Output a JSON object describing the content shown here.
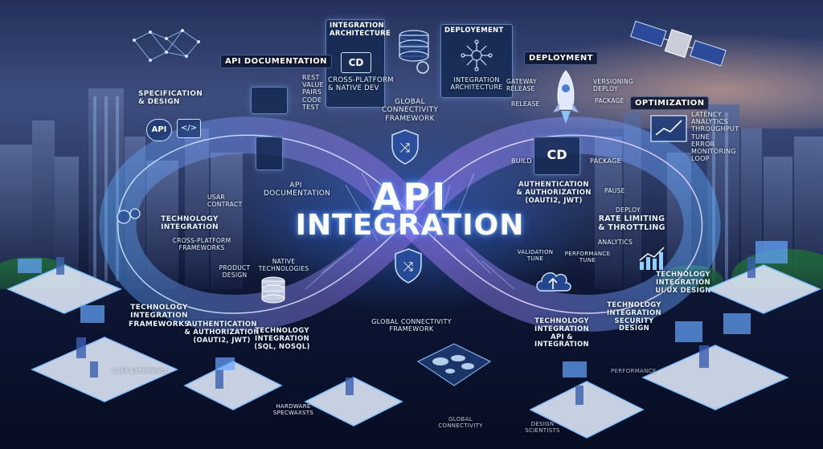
{
  "main": {
    "title_line1": "API",
    "title_line2": "INTEGRATION"
  },
  "top_panels": {
    "integration_arch": "INTEGRATION\nARCHITECTURE",
    "integration_arch_icon": "CD",
    "deployement": "DEPLOYEMENT",
    "api_documentation": "API DOCUMENTATION",
    "deployment": "DEPLOYMENT",
    "optimization": "OPTIMIZATION"
  },
  "labels": {
    "spec_design": "SPECIFICATION\n& DESIGN",
    "rest_value": "REST\nVALUE\nPAIRS\nCODE\nTEST",
    "cross_platform": "CROSS-PLATFORM\n& NATIVE DEV",
    "global_conn_top": "GLOBAL\nCONNECTIVITY\nFRAMEWORK",
    "integration_architecture": "INTEGRATION\nARCHITECTURE",
    "gateway_release": "GATEWAY\nRELEASE",
    "release": "RELEASE",
    "versioning_deploy": "VERSIONING\nDEPLOY",
    "package": "PACKAGE",
    "latency": "LATENCY\nANALYTICS\nTHROUGHPUT\nTUNE\nERROR\nMONITORING\nLOOP",
    "api_doc_mid": "API\nDOCUMENTATION",
    "user_contract": "USAR\nCONTRACT",
    "tech_integration_1": "TECHNOLOGY\nINTEGRATION",
    "cross_frameworks": "CROSS-PLATFORM\nFRAMEWORKS",
    "product_design": "PRODUCT\nDESIGN",
    "native_tech": "NATIVE\nTECHNOLOGIES",
    "tech_frameworks": "TECHNOLOGY\nINTEGRATION\nFRAMEWORKS",
    "auth_left": "AUTHENTICATION\n& AUTHORIZATION\n(OAUTI2, JWT)",
    "tech_sql": "TECHNOLOGY\nINTEGRATION\n(SQL, NOSQL)",
    "global_conn_bottom": "GLOBAL CONNECTIVITY\nFRAMEWORK",
    "build": "BUILD",
    "cd_center": "CD",
    "package_right": "PACKAGE",
    "auth_right": "AUTHENTICATION\n& AUTHORIZATION\n(OAUTI2, JWT)",
    "pause": "PAUSE",
    "deploy": "DEPLOY",
    "rate_limiting": "RATE LIMITING\n& THROTTLING",
    "analytics": "ANALYTICS",
    "validation_tune": "VALIDATION\nTUNE",
    "performance_tune": "PERFORMANCE\nTUNE",
    "tech_api": "TECHNOLOGY\nINTEGRATION\nAPI & INTEGRATION",
    "tech_security": "TECHNOLOGY\nINTEGRATION\nSECURITY DESIGN",
    "tech_ux": "TECHNOLOGY\nINTEGRATION\nUI/UX DESIGN",
    "user_experience": "USER EXPERIENCE",
    "hardware": "HARDWARE\nSPECWAXSTS",
    "global_bottom": "GLOBAL\nCONNECTIVITY",
    "design_scientists": "DESIGN\nSCIENTISTS",
    "performance": "PERFORMANCE"
  },
  "icons": {
    "api_badge": "API",
    "code_badge": "</>",
    "shuffle": "⤨"
  },
  "colors": {
    "glow_blue": "#5aa8ff",
    "glow_purple": "#b47cff",
    "panel_bg": "#14284f",
    "text": "#e6f3ff"
  }
}
